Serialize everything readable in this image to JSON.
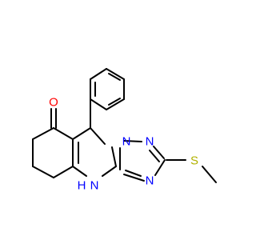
{
  "molecule": {
    "atoms": {
      "oxygen": "O",
      "n_triazole_top": "N",
      "n_triazole_right": "N",
      "n_triazole_bottom": "N",
      "sulfur": "S",
      "amine_h": "H",
      "amine_n": "N"
    },
    "colors": {
      "oxygen": "#ff0000",
      "nitrogen": "#0000ff",
      "sulfur": "#b2b200",
      "bond": "#000000"
    }
  }
}
